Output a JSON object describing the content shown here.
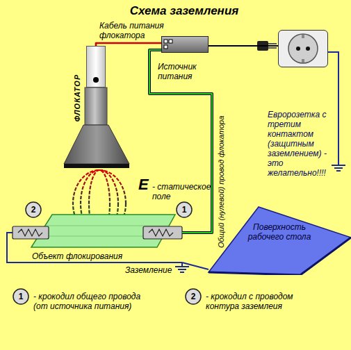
{
  "diagram": {
    "title": "Схема заземления",
    "nodes": [
      {
        "text": [
          "Источник питания"
        ]
      },
      {
        "text": [
          "ФЛОКАТОР"
        ]
      },
      {
        "text": [
          "Евророзетка с третим контактом (защитным заземлением) - это желательно!!!!"
        ]
      },
      {
        "text": [
          "Объект флокирования"
        ]
      },
      {
        "text": [
          "Поверхность рабочего стола"
        ]
      }
    ],
    "edges": [
      {
        "from": 0,
        "to": 1,
        "label": "Кабель питания флокатора",
        "arrow": "none"
      },
      {
        "from": 0,
        "to": 2,
        "arrow": "none"
      },
      {
        "from": 0,
        "to": 3,
        "label": "Общий (нулевой) провод флокатора",
        "arrow": "none"
      }
    ],
    "labels": [
      "E",
      "- статическое поле",
      "2",
      "1",
      "Заземление",
      "1",
      "2"
    ],
    "legend": [
      {
        "text": "- крокодил общего провода (от источника питания)"
      },
      {
        "text": "- крокодил с проводом контура заземлеия"
      }
    ]
  }
}
